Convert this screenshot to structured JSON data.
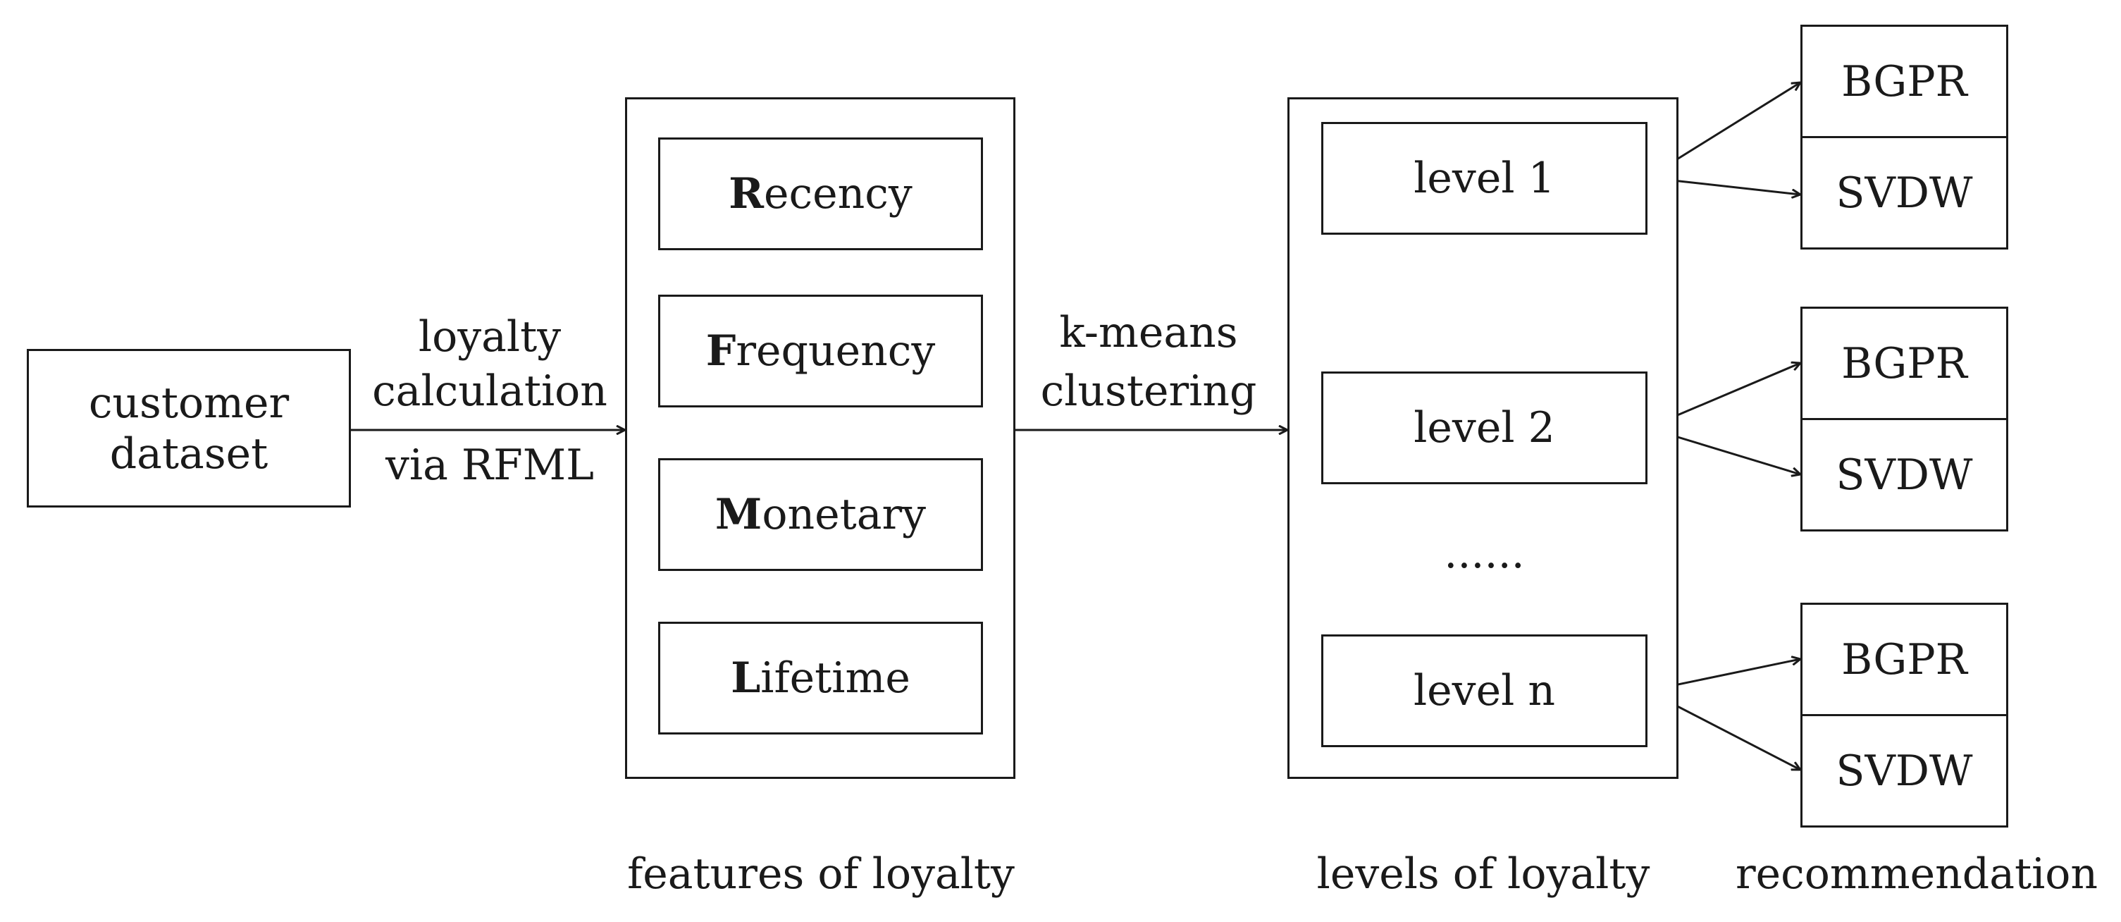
{
  "input": {
    "line1": "customer",
    "line2": "dataset"
  },
  "edge1": {
    "line1": "loyalty",
    "line2": "calculation",
    "line3": "via RFML"
  },
  "features": {
    "caption": "features of loyalty",
    "items": [
      {
        "initial": "R",
        "rest": "ecency"
      },
      {
        "initial": "F",
        "rest": "requency"
      },
      {
        "initial": "M",
        "rest": "onetary"
      },
      {
        "initial": "L",
        "rest": "ifetime"
      }
    ]
  },
  "edge2": {
    "line1": "k-means",
    "line2": "clustering"
  },
  "levels": {
    "caption": "levels of loyalty",
    "items": [
      "level 1",
      "level 2",
      "level n"
    ],
    "ellipsis": "......"
  },
  "recommendation": {
    "caption": "recommendation",
    "groups": [
      {
        "top": "BGPR",
        "bottom": "SVDW"
      },
      {
        "top": "BGPR",
        "bottom": "SVDW"
      },
      {
        "top": "BGPR",
        "bottom": "SVDW"
      }
    ]
  }
}
